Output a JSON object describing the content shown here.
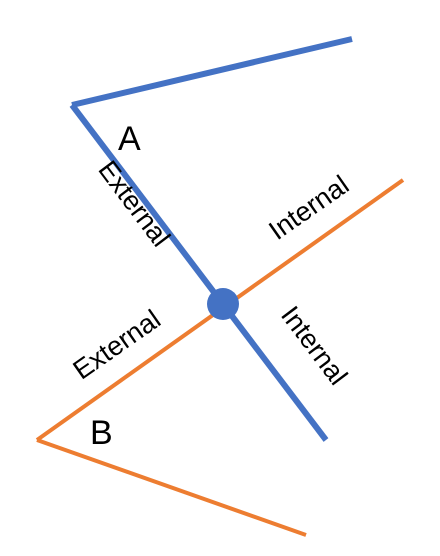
{
  "diagram": {
    "colors": {
      "line_a": "#4472C4",
      "line_b": "#ED7D31",
      "pivot": "#4472C4",
      "text": "#000000"
    },
    "labels": {
      "point_a": "A",
      "point_b": "B",
      "external_a": "External",
      "internal_a": "Internal",
      "external_b": "External",
      "internal_b": "Internal"
    }
  }
}
